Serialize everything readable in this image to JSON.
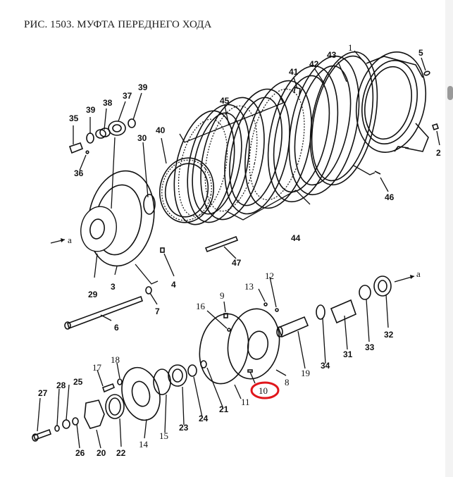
{
  "title": "РИС. 1503. МУФТА ПЕРЕДНЕГО ХОДА",
  "highlight": {
    "part": "10",
    "color": "#e0161b"
  },
  "arrow_marker": "a",
  "parts": {
    "p1": "1",
    "p2": "2",
    "p3": "3",
    "p4": "4",
    "p5": "5",
    "p6": "6",
    "p7": "7",
    "p8": "8",
    "p9": "9",
    "p10": "10",
    "p11": "11",
    "p12": "12",
    "p13": "13",
    "p14": "14",
    "p15": "15",
    "p16": "16",
    "p17": "17",
    "p18": "18",
    "p19": "19",
    "p20": "20",
    "p21": "21",
    "p22": "22",
    "p23": "23",
    "p24": "24",
    "p25": "25",
    "p26": "26",
    "p27": "27",
    "p28": "28",
    "p29": "29",
    "p30": "30",
    "p31": "31",
    "p32": "32",
    "p33": "33",
    "p34": "34",
    "p35": "35",
    "p36": "36",
    "p37": "37",
    "p38": "38",
    "p39a": "39",
    "p39b": "39",
    "p40": "40",
    "p41": "41",
    "p42": "42",
    "p43": "43",
    "p44": "44",
    "p45": "45",
    "p46": "46",
    "p47": "47"
  }
}
